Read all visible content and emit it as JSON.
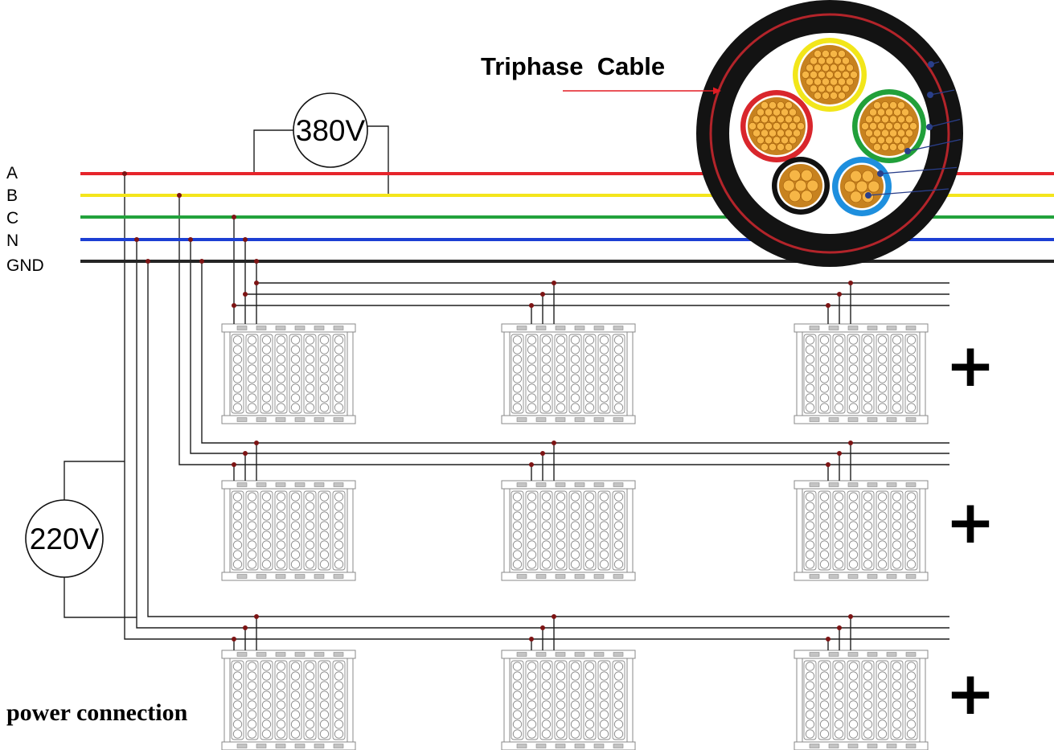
{
  "phase_lines": [
    {
      "label": "A",
      "color": "#e6242b"
    },
    {
      "label": "B",
      "color": "#f4e51c"
    },
    {
      "label": "C",
      "color": "#22a23c"
    },
    {
      "label": "N",
      "color": "#1c3fd3"
    },
    {
      "label": "GND",
      "color": "#252525"
    }
  ],
  "meters": [
    {
      "label": "380V"
    },
    {
      "label": "220V"
    }
  ],
  "cable": {
    "label": "Triphase  Cable",
    "pointer_color": "#e31b23",
    "jacket_color": "#131313",
    "ring_color": "#b3242a",
    "leader_color": "#2a3f8a",
    "conductor_colors": [
      "#f2e61a",
      "#d9262c",
      "#21a03a",
      "#111111",
      "#1e8fde"
    ],
    "strand_color": "#f6b646"
  },
  "rows": [
    {
      "operator": "+"
    },
    {
      "operator": "+"
    },
    {
      "operator": "+"
    }
  ],
  "caption": "power connection"
}
